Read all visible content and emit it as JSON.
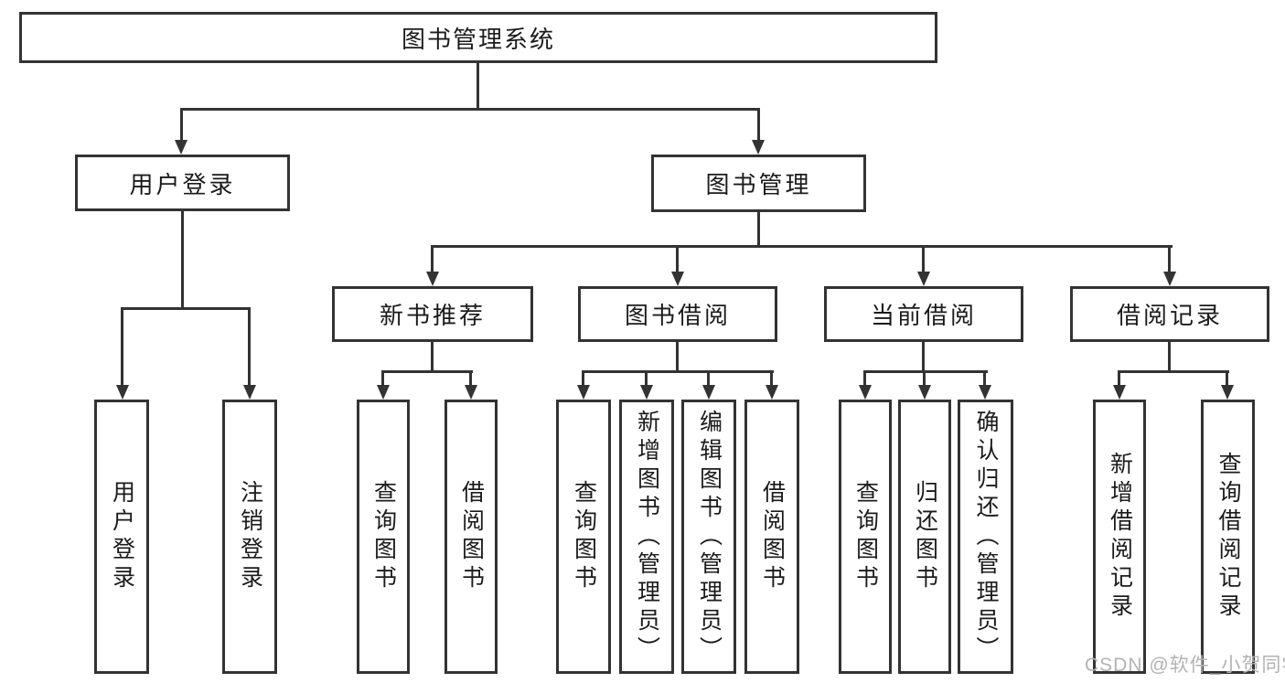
{
  "diagram": {
    "root": "图书管理系统",
    "level2": [
      {
        "label": "用户登录",
        "children": [
          "用户登录",
          "注销登录"
        ]
      },
      {
        "label": "图书管理",
        "children": [
          {
            "label": "新书推荐",
            "children": [
              "查询图书",
              "借阅图书"
            ]
          },
          {
            "label": "图书借阅",
            "children": [
              "查询图书",
              "新增图书（管理员）",
              "编辑图书（管理员）",
              "借阅图书"
            ]
          },
          {
            "label": "当前借阅",
            "children": [
              "查询图书",
              "归还图书",
              "确认归还（管理员）"
            ]
          },
          {
            "label": "借阅记录",
            "children": [
              "新增借阅记录",
              "查询借阅记录"
            ]
          }
        ]
      }
    ]
  },
  "watermark": "CSDN @软件_小贺同学",
  "colors": {
    "line": "#333333",
    "text": "#1b1b1b",
    "background": "#ffffff",
    "watermark": "#b3b3b3"
  }
}
